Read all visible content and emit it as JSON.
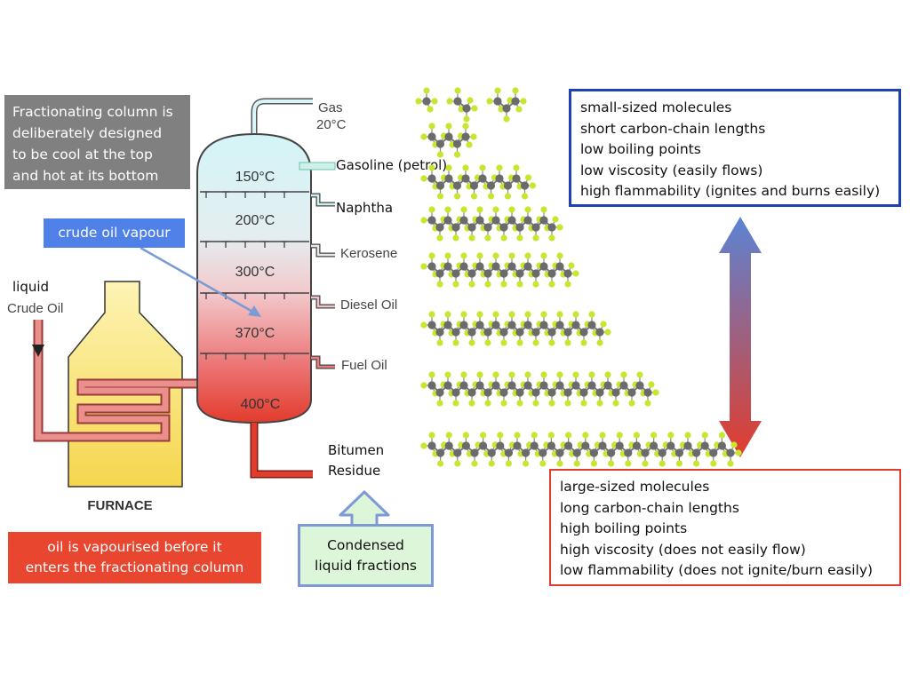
{
  "notes": {
    "column_design": [
      "Fractionating column is",
      "deliberately designed",
      "to be cool at the top",
      "and hot at its bottom"
    ],
    "crude_oil_vapour": "crude oil vapour",
    "vapourised": [
      "oil is vapourised before it",
      "enters the fractionating column"
    ],
    "condensed": [
      "Condensed",
      "liquid fractions"
    ]
  },
  "furnace": {
    "label": "FURNACE",
    "input_label": [
      "liquid",
      "Crude Oil"
    ]
  },
  "column": {
    "temperatures": [
      "150°C",
      "200°C",
      "300°C",
      "370°C",
      "400°C"
    ],
    "fractions": {
      "gas": [
        "Gas",
        "20°C"
      ],
      "gasoline": "Gasoline (petrol)",
      "naphtha": "Naphtha",
      "kerosene": "Kerosene",
      "diesel": "Diesel Oil",
      "fuel_oil": "Fuel Oil",
      "residue": [
        "Bitumen",
        "Residue"
      ]
    }
  },
  "properties": {
    "top": [
      "small-sized molecules",
      "short carbon-chain lengths",
      "low boiling points",
      "low viscosity (easily flows)",
      "high flammability (ignites and burns easily)"
    ],
    "bottom": [
      "large-sized molecules",
      "long carbon-chain lengths",
      "high boiling points",
      "high viscosity (does not easily flow)",
      "low flammability (does not ignite/burn easily)"
    ]
  },
  "colors": {
    "furnace_fill": "#fbe98a",
    "pipe_fill": "#e98f8c",
    "carbon_atom": "#6b6b6b",
    "hydrogen_atom": "#c8e62e",
    "arrow_top": "#5b84d4",
    "arrow_bottom": "#e23c2c"
  },
  "molecules": {
    "carbon_counts": [
      1,
      2,
      3,
      5,
      12,
      16,
      18,
      22,
      28,
      36
    ]
  }
}
